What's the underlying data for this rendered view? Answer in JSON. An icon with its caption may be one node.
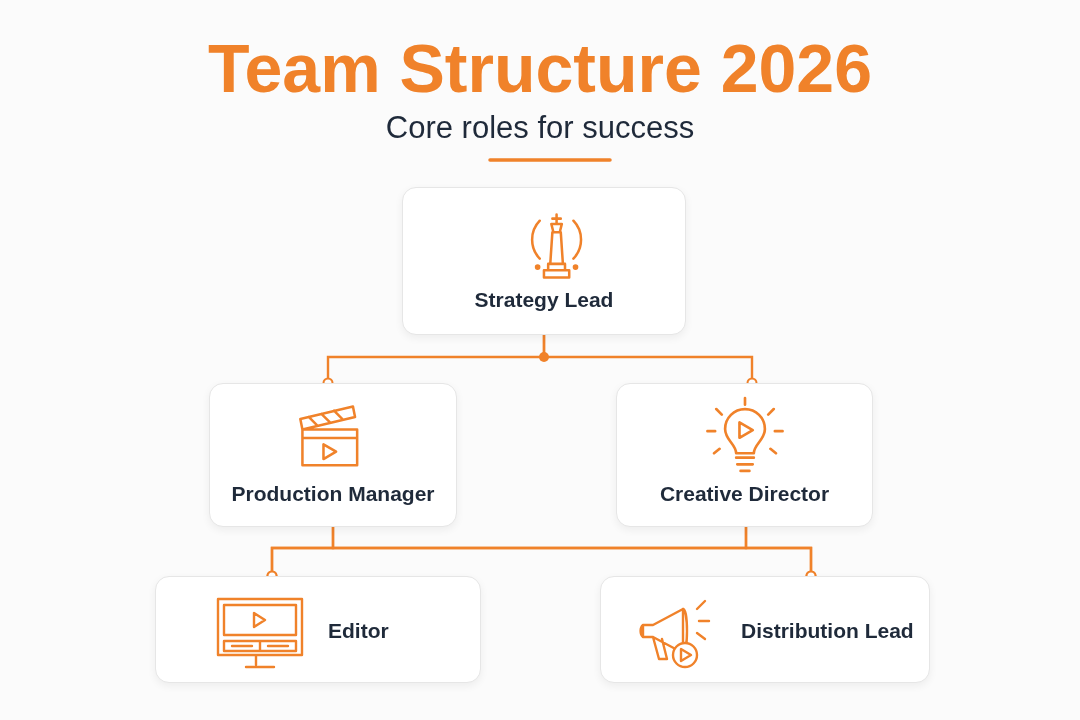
{
  "diagram": {
    "title": "Team Structure 2026",
    "caption": "Core roles for success",
    "nodes": [
      {
        "text": [
          "Strategy Lead"
        ]
      },
      {
        "text": [
          "Production Manager"
        ]
      },
      {
        "text": [
          "Creative Director"
        ]
      },
      {
        "text": [
          "Editor"
        ]
      },
      {
        "text": [
          "Distribution Lead"
        ]
      }
    ],
    "edges": [
      {
        "from": 0,
        "to": 1,
        "arrow": "other"
      },
      {
        "from": 0,
        "to": 2,
        "arrow": "other"
      },
      {
        "from": 1,
        "to": 3,
        "arrow": "other"
      },
      {
        "from": 2,
        "to": 3,
        "arrow": "other"
      },
      {
        "from": 1,
        "to": 4,
        "arrow": "other"
      },
      {
        "from": 2,
        "to": 4,
        "arrow": "other"
      }
    ]
  }
}
